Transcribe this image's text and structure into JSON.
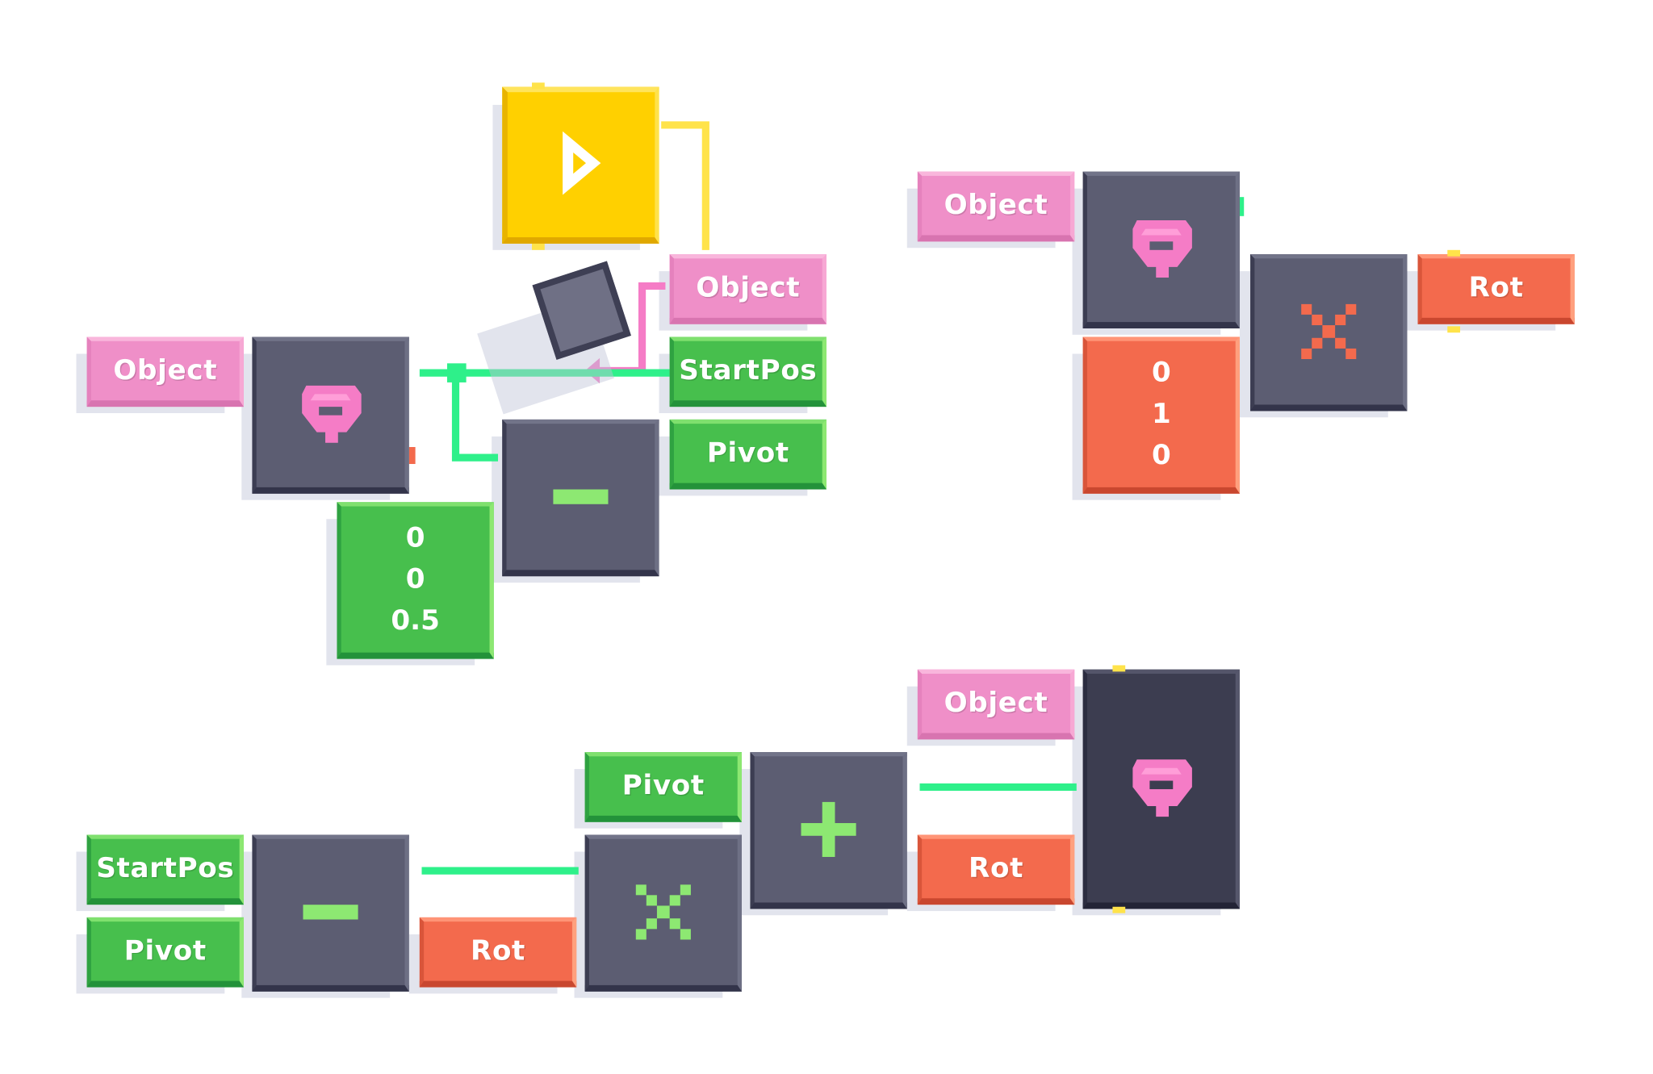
{
  "nodes": {
    "yellow_play": {
      "icon": "play-icon"
    },
    "g1": {
      "object_label": "Object",
      "object_label_b": "Object",
      "startpos_label": "StartPos",
      "pivot_label": "Pivot",
      "vector": [
        "0",
        "0",
        "0.5"
      ],
      "minus_icon": "minus-icon",
      "position_icon": "position-pin-icon"
    },
    "g2": {
      "object_label": "Object",
      "rot_label": "Rot",
      "vector": [
        "0",
        "1",
        "0"
      ],
      "multiply_icon": "multiply-icon"
    },
    "g3": {
      "startpos_label": "StartPos",
      "pivot_label": "Pivot",
      "rot_label": "Rot",
      "pivot_label_b": "Pivot",
      "object_label": "Object",
      "rot_label_b": "Rot",
      "plus_icon": "plus-icon"
    }
  },
  "colors": {
    "wire_green": "#2ef08a",
    "wire_yellow": "#ffe34a",
    "wire_pink": "#f57cc6",
    "label_pink": "#ef8fc8",
    "label_green": "#47bf4d",
    "label_red": "#f36a4d",
    "operator_gray": "#5c5d72",
    "trigger_yellow": "#ffd000"
  }
}
